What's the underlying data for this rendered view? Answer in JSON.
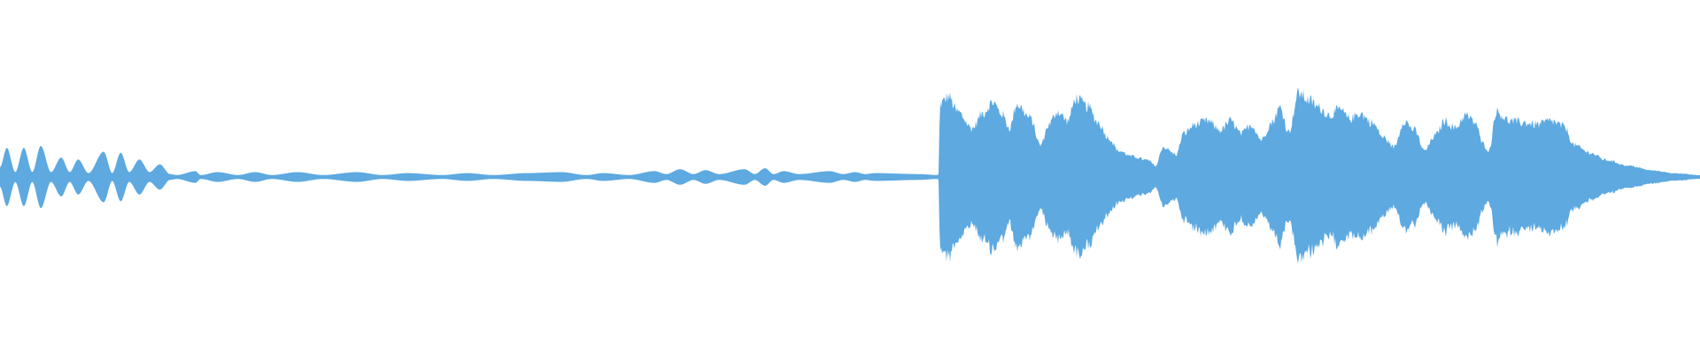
{
  "waveform": {
    "color": "#5DA9E0",
    "background": "#FFFFFF",
    "max_amplitude": 1.0,
    "envelope_keyframes": [
      [
        0.0,
        0.1
      ],
      [
        0.004,
        0.3
      ],
      [
        0.009,
        0.05
      ],
      [
        0.014,
        0.3
      ],
      [
        0.019,
        0.05
      ],
      [
        0.024,
        0.32
      ],
      [
        0.03,
        0.05
      ],
      [
        0.036,
        0.2
      ],
      [
        0.041,
        0.05
      ],
      [
        0.046,
        0.18
      ],
      [
        0.052,
        0.04
      ],
      [
        0.061,
        0.26
      ],
      [
        0.066,
        0.04
      ],
      [
        0.071,
        0.25
      ],
      [
        0.076,
        0.05
      ],
      [
        0.082,
        0.18
      ],
      [
        0.088,
        0.05
      ],
      [
        0.094,
        0.13
      ],
      [
        0.1,
        0.03
      ],
      [
        0.104,
        0.02
      ],
      [
        0.115,
        0.06
      ],
      [
        0.118,
        0.02
      ],
      [
        0.128,
        0.05
      ],
      [
        0.14,
        0.02
      ],
      [
        0.15,
        0.05
      ],
      [
        0.16,
        0.02
      ],
      [
        0.175,
        0.05
      ],
      [
        0.19,
        0.02
      ],
      [
        0.21,
        0.05
      ],
      [
        0.225,
        0.02
      ],
      [
        0.24,
        0.04
      ],
      [
        0.26,
        0.02
      ],
      [
        0.275,
        0.04
      ],
      [
        0.29,
        0.02
      ],
      [
        0.31,
        0.04
      ],
      [
        0.33,
        0.05
      ],
      [
        0.345,
        0.02
      ],
      [
        0.355,
        0.04
      ],
      [
        0.37,
        0.02
      ],
      [
        0.385,
        0.06
      ],
      [
        0.392,
        0.03
      ],
      [
        0.4,
        0.08
      ],
      [
        0.408,
        0.03
      ],
      [
        0.415,
        0.07
      ],
      [
        0.423,
        0.03
      ],
      [
        0.438,
        0.08
      ],
      [
        0.444,
        0.03
      ],
      [
        0.45,
        0.09
      ],
      [
        0.455,
        0.03
      ],
      [
        0.461,
        0.06
      ],
      [
        0.47,
        0.03
      ],
      [
        0.488,
        0.06
      ],
      [
        0.496,
        0.03
      ],
      [
        0.503,
        0.05
      ],
      [
        0.509,
        0.03
      ],
      [
        0.515,
        0.04
      ],
      [
        0.54,
        0.03
      ],
      [
        0.552,
        0.02
      ],
      [
        0.553,
        0.78
      ],
      [
        0.558,
        0.86
      ],
      [
        0.563,
        0.7
      ],
      [
        0.572,
        0.52
      ],
      [
        0.578,
        0.68
      ],
      [
        0.584,
        0.8
      ],
      [
        0.589,
        0.68
      ],
      [
        0.594,
        0.52
      ],
      [
        0.598,
        0.78
      ],
      [
        0.606,
        0.63
      ],
      [
        0.612,
        0.34
      ],
      [
        0.617,
        0.56
      ],
      [
        0.622,
        0.7
      ],
      [
        0.628,
        0.6
      ],
      [
        0.633,
        0.84
      ],
      [
        0.64,
        0.75
      ],
      [
        0.646,
        0.58
      ],
      [
        0.652,
        0.42
      ],
      [
        0.658,
        0.28
      ],
      [
        0.666,
        0.22
      ],
      [
        0.675,
        0.18
      ],
      [
        0.68,
        0.12
      ],
      [
        0.684,
        0.32
      ],
      [
        0.692,
        0.24
      ],
      [
        0.696,
        0.46
      ],
      [
        0.703,
        0.56
      ],
      [
        0.71,
        0.6
      ],
      [
        0.718,
        0.5
      ],
      [
        0.724,
        0.6
      ],
      [
        0.73,
        0.46
      ],
      [
        0.736,
        0.56
      ],
      [
        0.742,
        0.4
      ],
      [
        0.748,
        0.58
      ],
      [
        0.753,
        0.74
      ],
      [
        0.758,
        0.48
      ],
      [
        0.764,
        0.9
      ],
      [
        0.77,
        0.82
      ],
      [
        0.776,
        0.74
      ],
      [
        0.782,
        0.66
      ],
      [
        0.788,
        0.72
      ],
      [
        0.794,
        0.62
      ],
      [
        0.8,
        0.68
      ],
      [
        0.807,
        0.58
      ],
      [
        0.814,
        0.42
      ],
      [
        0.82,
        0.32
      ],
      [
        0.826,
        0.6
      ],
      [
        0.832,
        0.5
      ],
      [
        0.838,
        0.28
      ],
      [
        0.844,
        0.44
      ],
      [
        0.85,
        0.6
      ],
      [
        0.856,
        0.52
      ],
      [
        0.862,
        0.66
      ],
      [
        0.868,
        0.58
      ],
      [
        0.872,
        0.36
      ],
      [
        0.876,
        0.28
      ],
      [
        0.88,
        0.7
      ],
      [
        0.888,
        0.6
      ],
      [
        0.896,
        0.58
      ],
      [
        0.904,
        0.56
      ],
      [
        0.912,
        0.6
      ],
      [
        0.92,
        0.54
      ],
      [
        0.926,
        0.34
      ],
      [
        0.935,
        0.26
      ],
      [
        0.945,
        0.18
      ],
      [
        0.958,
        0.12
      ],
      [
        0.972,
        0.07
      ],
      [
        0.985,
        0.04
      ],
      [
        1.0,
        0.02
      ]
    ]
  }
}
